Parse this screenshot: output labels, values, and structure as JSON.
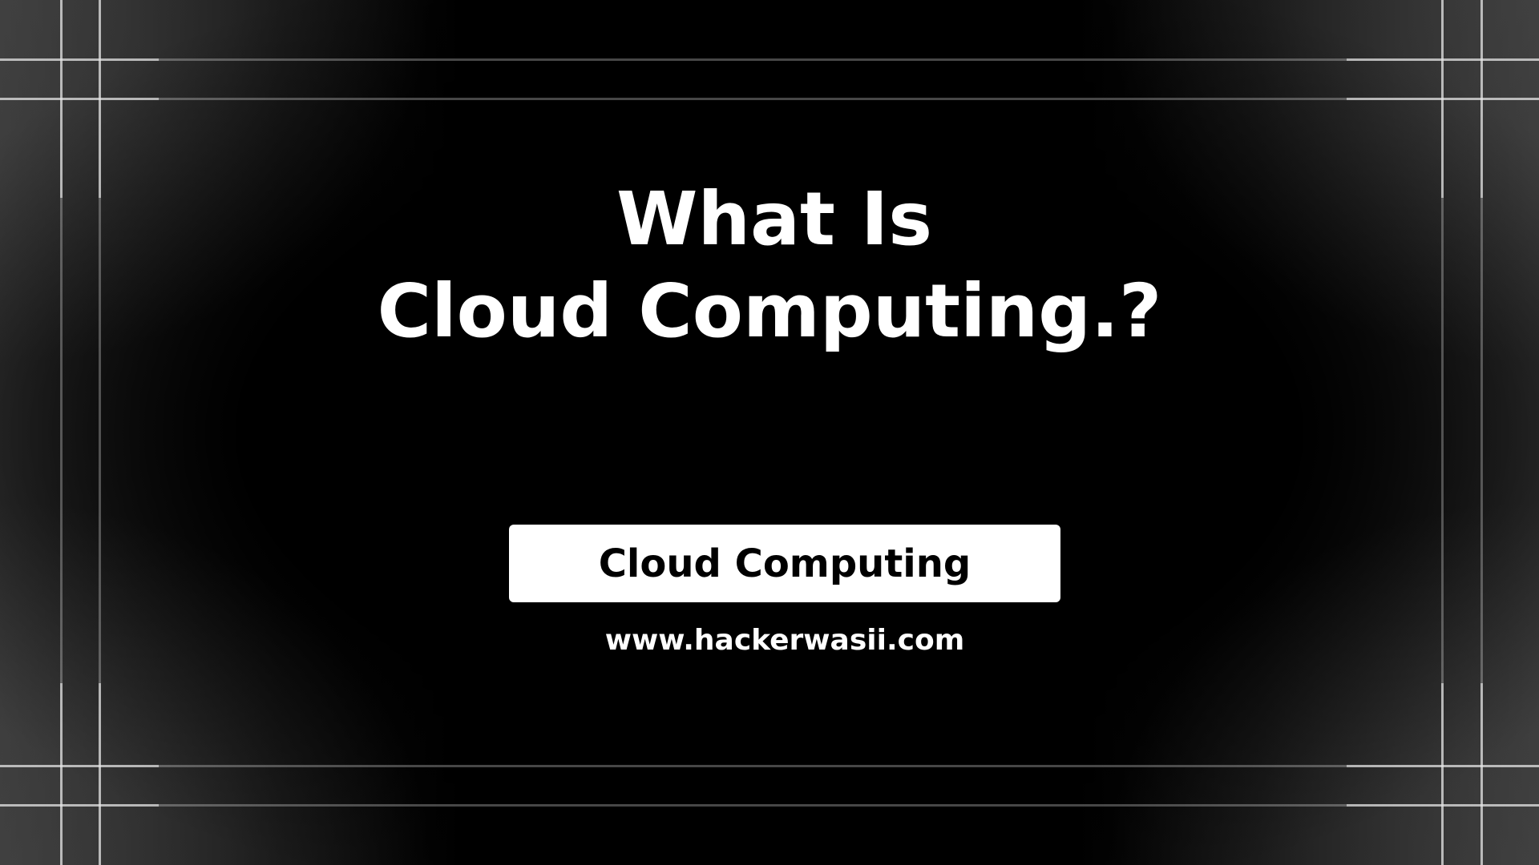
{
  "slide": {
    "title_line1": "What Is",
    "title_line2": "Cloud Computing.?",
    "button_label": "Cloud Computing",
    "url": "www.hackerwasii.com"
  },
  "colors": {
    "background": "#000000",
    "text": "#ffffff",
    "button_bg": "#ffffff",
    "button_text": "#000000",
    "gridline": "#bdbdbd"
  }
}
